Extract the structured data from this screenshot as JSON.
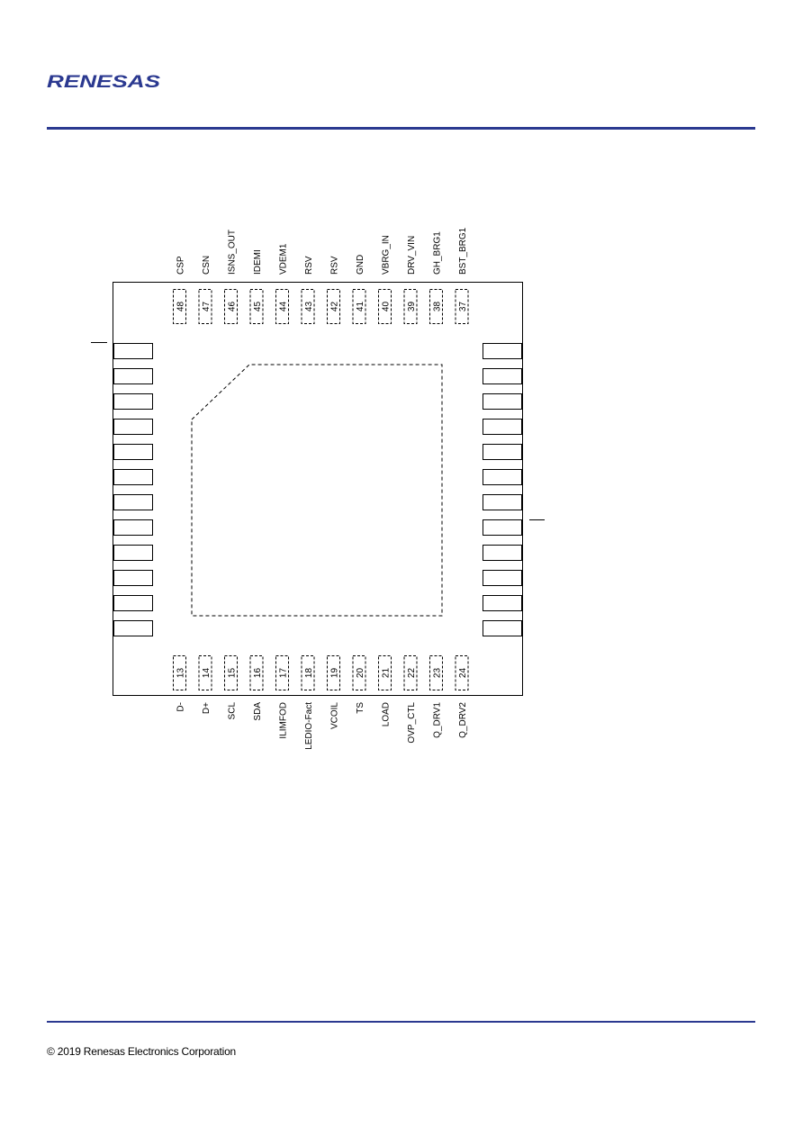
{
  "header": {
    "logo_text": "RENESAS",
    "accent_color": "#2b3990"
  },
  "package": {
    "top_pins": [
      {
        "num": "48",
        "name": "CSP"
      },
      {
        "num": "47",
        "name": "CSN"
      },
      {
        "num": "46",
        "name": "ISNS_OUT"
      },
      {
        "num": "45",
        "name": "IDEMI"
      },
      {
        "num": "44",
        "name": "VDEM1"
      },
      {
        "num": "43",
        "name": "RSV"
      },
      {
        "num": "42",
        "name": "RSV"
      },
      {
        "num": "41",
        "name": "GND"
      },
      {
        "num": "40",
        "name": "VBRG_IN"
      },
      {
        "num": "39",
        "name": "DRV_VIN"
      },
      {
        "num": "38",
        "name": "GH_BRG1"
      },
      {
        "num": "37",
        "name": "BST_BRG1"
      }
    ],
    "bottom_pins": [
      {
        "num": "13",
        "name": "D-"
      },
      {
        "num": "14",
        "name": "D+"
      },
      {
        "num": "15",
        "name": "SCL"
      },
      {
        "num": "16",
        "name": "SDA"
      },
      {
        "num": "17",
        "name": "ILIMFOD"
      },
      {
        "num": "18",
        "name": "LEDIO-Fact"
      },
      {
        "num": "19",
        "name": "VCOIL"
      },
      {
        "num": "20",
        "name": "TS"
      },
      {
        "num": "21",
        "name": "LOAD"
      },
      {
        "num": "22",
        "name": "OVP_CTL"
      },
      {
        "num": "23",
        "name": "Q_DRV1"
      },
      {
        "num": "24",
        "name": "Q_DRV2"
      }
    ],
    "left_pad_count": 12,
    "right_pad_count": 12
  },
  "footer": {
    "copyright": "© 2019 Renesas Electronics Corporation"
  }
}
